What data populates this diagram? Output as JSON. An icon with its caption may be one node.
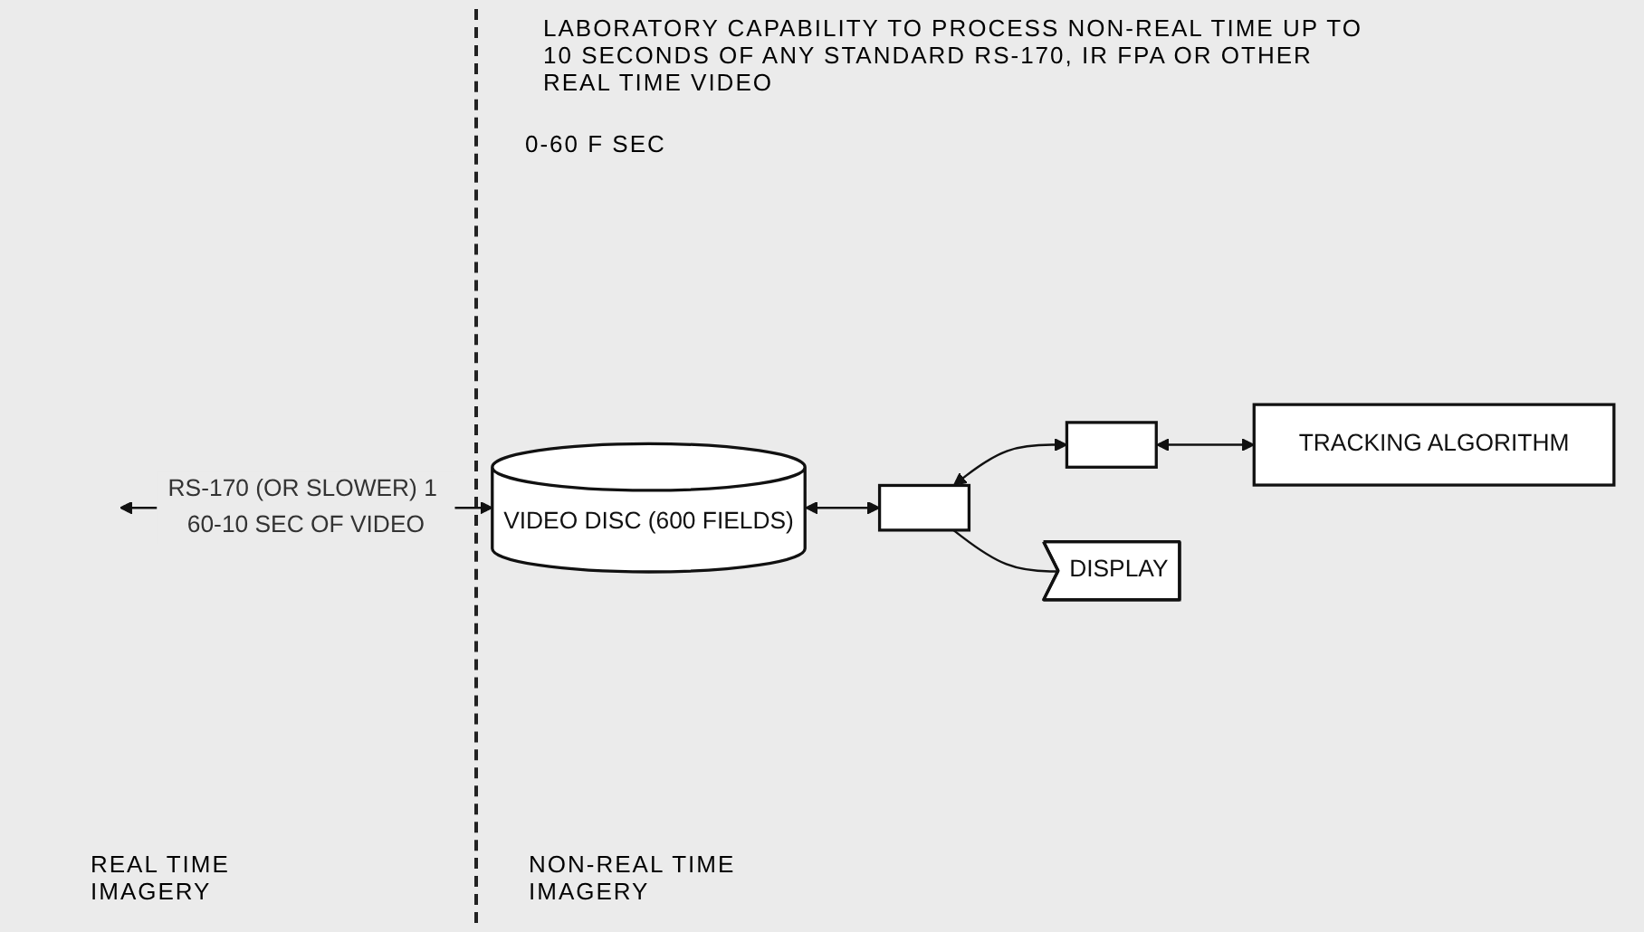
{
  "diagram": {
    "nodes": [
      {
        "text": [
          "VIDEO DISC (600 FIELDS)"
        ]
      },
      {
        "text": [],
        "shape": "box"
      },
      {
        "text": [],
        "shape": "box"
      },
      {
        "text": [
          "TRACKING ALGORITHM"
        ]
      },
      {
        "text": [
          "DISPLAY"
        ]
      }
    ],
    "edges": [
      {
        "from": 0,
        "to": null,
        "arrow": "both",
        "label": "RS-170 (OR SLOWER) 1 60-10 SEC OF VIDEO"
      },
      {
        "from": 0,
        "to": 1,
        "arrow": "both"
      },
      {
        "from": 1,
        "to": 2,
        "arrow": "both"
      },
      {
        "from": 2,
        "to": 3,
        "arrow": "both"
      },
      {
        "from": 1,
        "to": 4,
        "arrow": "none"
      }
    ],
    "labels": [
      "LABORATORY CAPABILITY TO PROCESS NON-REAL TIME UP TO 10 SECONDS OF ANY STANDARD RS-170, IR FPA OR OTHER REAL TIME VIDEO",
      "0-60 F SEC",
      "REAL TIME IMAGERY",
      "NON-REAL TIME IMAGERY"
    ]
  }
}
